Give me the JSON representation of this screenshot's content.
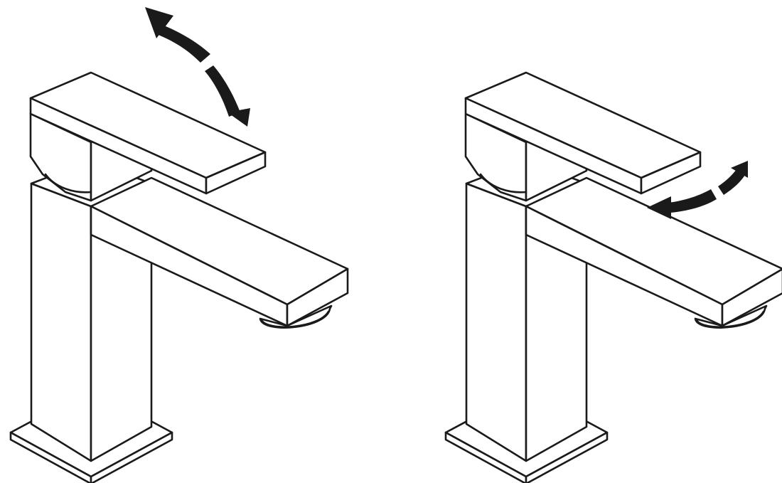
{
  "figure": {
    "panels": [
      {
        "id": "left",
        "motion": "lever-lift-up-down",
        "icon": "curved-double-arrow-vertical"
      },
      {
        "id": "right",
        "motion": "lever-rotate-left-right",
        "icon": "curved-double-arrow-horizontal"
      }
    ],
    "colors": {
      "line": "#1a1a1a",
      "background": "#ffffff",
      "arrow": "#1a1a1a"
    }
  }
}
